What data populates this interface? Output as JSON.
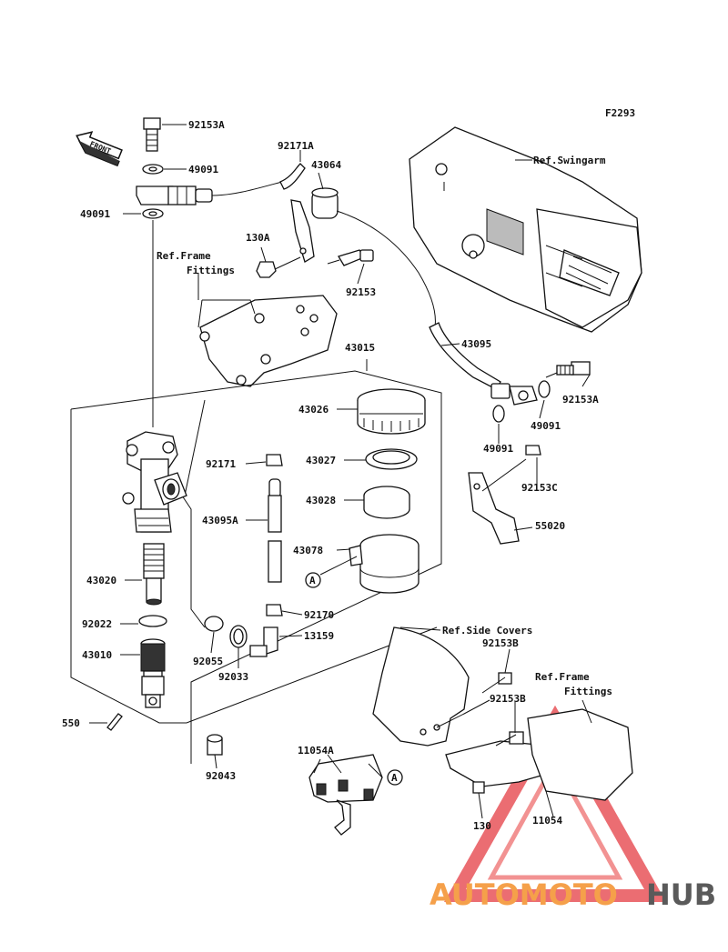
{
  "figure_code": "F2293",
  "front_label": "FRONT",
  "circle_ref": "A",
  "ref_labels": {
    "swingarm": "Ref.Swingarm",
    "frame_fittings_1": "Ref.Frame",
    "frame_fittings_1b": "Fittings",
    "side_covers": "Ref.Side Covers",
    "frame_fittings_2": "Ref.Frame",
    "frame_fittings_2b": "Fittings"
  },
  "parts": {
    "p92153A_top": "92153A",
    "p49091_a": "49091",
    "p49091_b": "49091",
    "p92171A": "92171A",
    "p43064": "43064",
    "p130A": "130A",
    "p92153": "92153",
    "p43015": "43015",
    "p43095": "43095",
    "p92153A_right": "92153A",
    "p49091_c": "49091",
    "p49091_d": "49091",
    "p43026": "43026",
    "p92171": "92171",
    "p43027": "43027",
    "p43028": "43028",
    "p92153C": "92153C",
    "p55020": "55020",
    "p43095A": "43095A",
    "p43078": "43078",
    "p43020": "43020",
    "p92170": "92170",
    "p92022": "92022",
    "p13159": "13159",
    "p43010": "43010",
    "p92055": "92055",
    "p92033": "92033",
    "p92153B_a": "92153B",
    "p92153B_b": "92153B",
    "p550": "550",
    "p92043": "92043",
    "p11054A": "11054A",
    "p130": "130",
    "p11054": "11054"
  },
  "watermark": {
    "part1": "AUTOMOTO",
    "part2": "HUB",
    "color_orange": "#f5a04a",
    "color_red": "#e03a2a",
    "color_grey": "#5a5a5a"
  }
}
